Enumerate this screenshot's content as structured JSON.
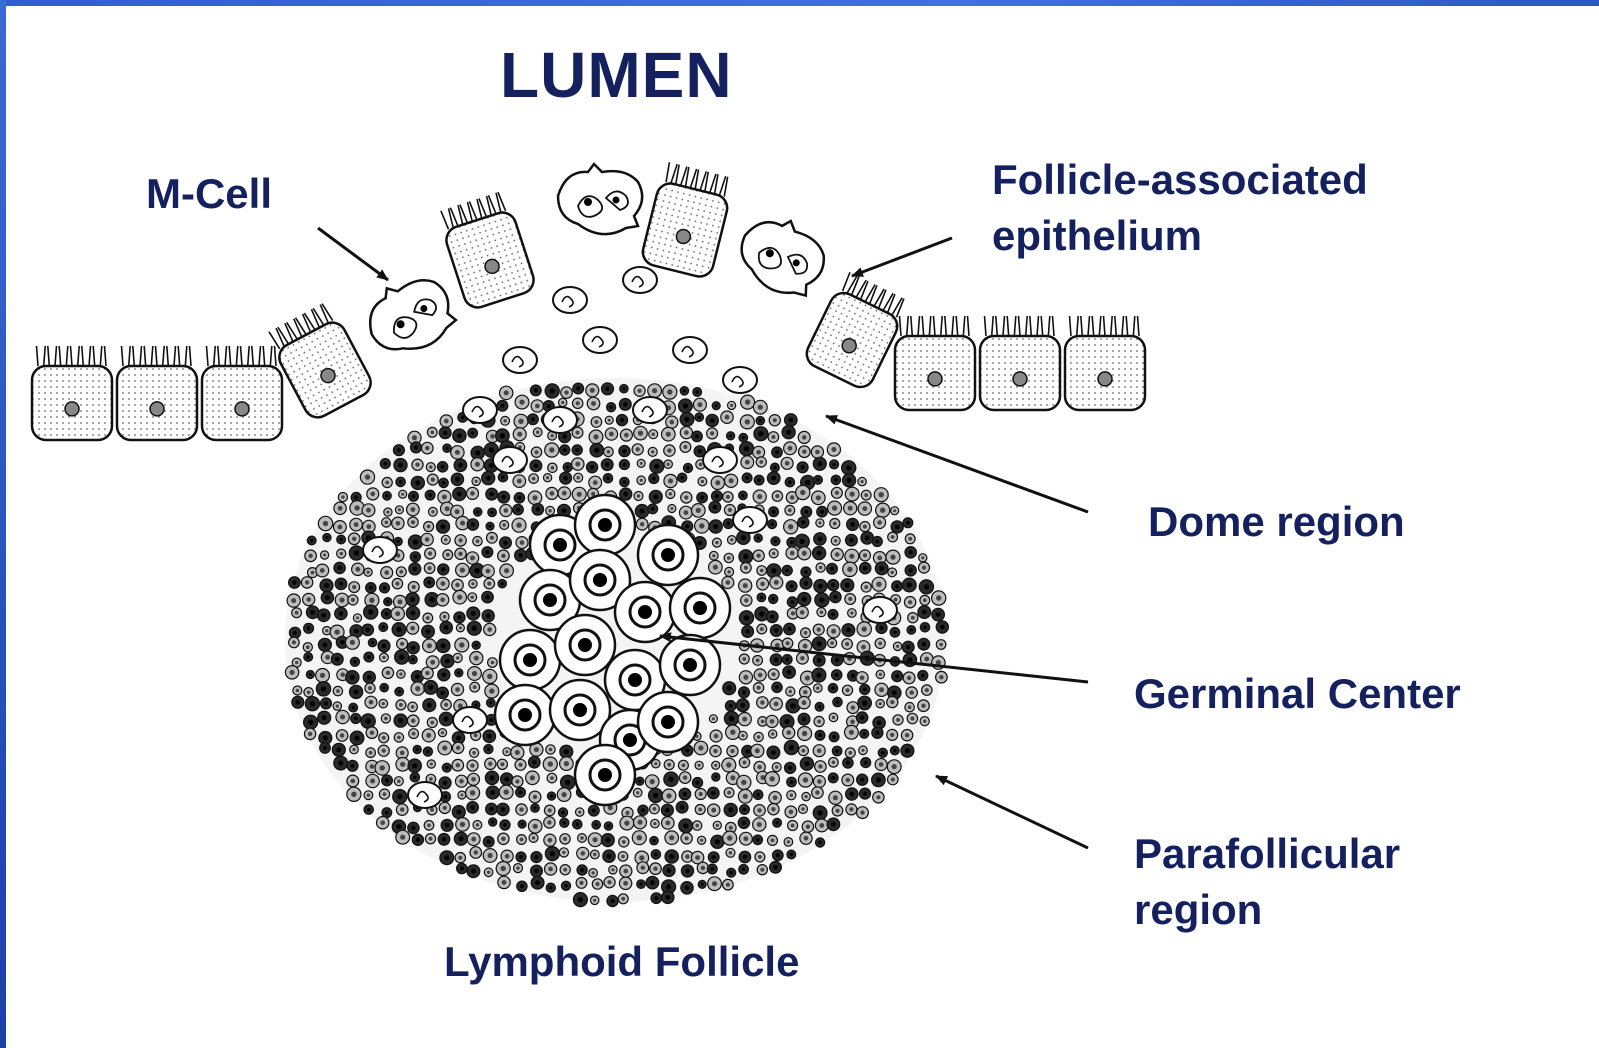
{
  "title": "LUMEN",
  "labels": {
    "m_cell": "M-Cell",
    "fae_line1": "Follicle-associated",
    "fae_line2": "epithelium",
    "dome": "Dome region",
    "germinal": "Germinal Center",
    "para_line1": "Parafollicular",
    "para_line2": "region",
    "follicle": "Lymphoid Follicle"
  },
  "colors": {
    "label_text": "#14215e",
    "frame_blue": "#2f5fd0",
    "ink": "#111111"
  }
}
